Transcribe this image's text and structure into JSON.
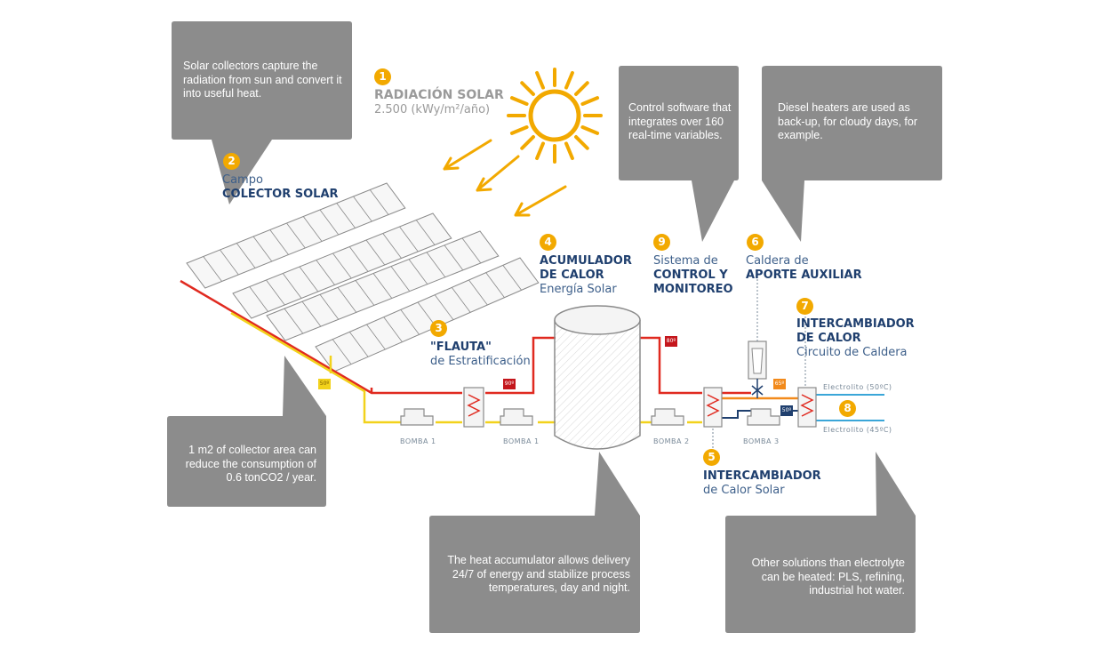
{
  "callouts": {
    "solar": "Solar collectors capture the radiation from sun and convert it into useful heat.",
    "control": "Control software that integrates over 160 real-time variables.",
    "diesel": "Diesel heaters are used as back-up, for cloudy days, for example.",
    "collector_area": "1 m2 of collector area can reduce the consumption of 0.6 tonCO2 / year.",
    "accumulator": "The heat accumulator allows delivery 24/7 of energy and stabilize process temperatures, day and night.",
    "other": "Other solutions than electrolyte can be heated: PLS, refining, industrial hot water."
  },
  "labels": {
    "n1": {
      "num": "1",
      "title": "RADIACIÓN SOLAR",
      "sub": "2.500 (kWy/m²/año)"
    },
    "n2": {
      "num": "2",
      "line1": "Campo",
      "line2": "COLECTOR SOLAR"
    },
    "n3": {
      "num": "3",
      "line1": "\"FLAUTA\"",
      "line2": "de Estratificación"
    },
    "n4": {
      "num": "4",
      "line1": "ACUMULADOR",
      "line2": "DE CALOR",
      "line3": "Energía Solar"
    },
    "n5": {
      "num": "5",
      "line1": "INTERCAMBIADOR",
      "line2": "de Calor Solar"
    },
    "n6": {
      "num": "6",
      "line1": "Caldera de",
      "line2": "APORTE AUXILIAR"
    },
    "n7": {
      "num": "7",
      "line1": "INTERCAMBIADOR",
      "line2": "DE CALOR",
      "line3": "Circuito de Caldera"
    },
    "n8": {
      "num": "8"
    },
    "n9": {
      "num": "9",
      "line1": "Sistema de",
      "line2": "CONTROL Y",
      "line3": "MONITOREO"
    }
  },
  "pumps": {
    "p1": "BOMBA 1",
    "p2": "BOMBA 1",
    "p3": "BOMBA 2",
    "p4": "BOMBA 3"
  },
  "electrolyte": {
    "hot": "Electrolito (50ºC)",
    "cold": "Electrolito (45ºC)"
  },
  "temps": {
    "t50": "50º",
    "t90": "90º",
    "t80": "80º",
    "t65": "65º",
    "t50b": "50º"
  },
  "colors": {
    "callout": "#8c8c8c",
    "accent": "#f2a900",
    "hot_line": "#e02a20",
    "cold_line": "#f2d21b",
    "label_dark": "#1f3f6e",
    "label_light": "#3d5f8a"
  }
}
